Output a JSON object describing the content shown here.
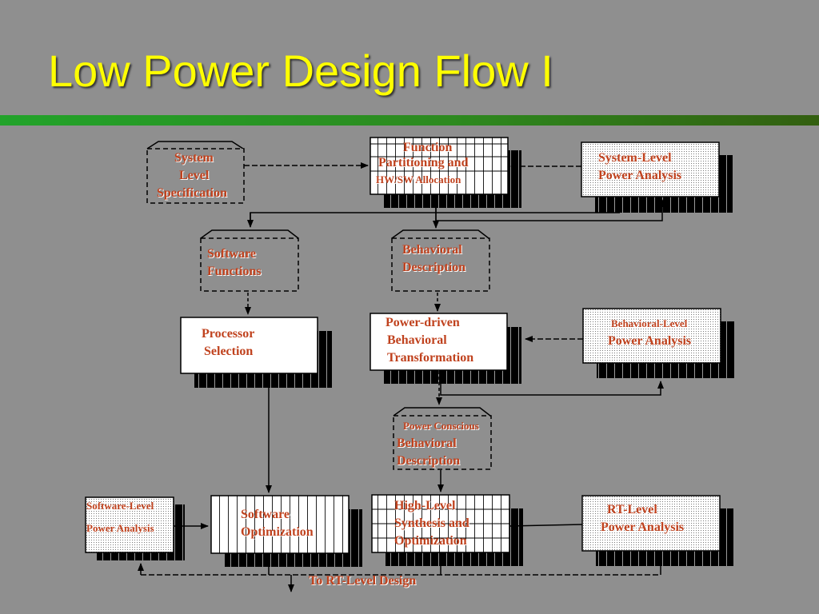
{
  "slide": {
    "title": "Low Power Design Flow I",
    "colors": {
      "title": "#ffff00",
      "label": "#c0421e",
      "background": "#8f8f8f",
      "rule": "#2d8a1f"
    }
  },
  "boxes": {
    "system_level_spec": [
      "System",
      "Level",
      "Specification"
    ],
    "function_partitioning": [
      "Function",
      "Partitioning and",
      "HW/SW Allocation"
    ],
    "system_level_power": [
      "System-Level",
      "Power Analysis"
    ],
    "software_functions": [
      "Software",
      "Functions"
    ],
    "behavioral_description": [
      "Behavioral",
      "Description"
    ],
    "processor_selection": [
      "Processor",
      "Selection"
    ],
    "power_driven_transformation": [
      "Power-driven",
      "Behavioral",
      "Transformation"
    ],
    "behavioral_level_power": [
      "Behavioral-Level",
      "Power Analysis"
    ],
    "power_conscious_description": [
      "Power Conscious",
      "Behavioral",
      "Description"
    ],
    "software_level_power": [
      "Software-Level",
      "Power Analysis"
    ],
    "software_optimization": [
      "Software",
      "Optimization"
    ],
    "high_level_synthesis": [
      "High-Level",
      "Synthesis and",
      "Optimization"
    ],
    "rt_level_power": [
      "RT-Level",
      "Power Analysis"
    ]
  },
  "footer_label": "To RT-Level Design"
}
